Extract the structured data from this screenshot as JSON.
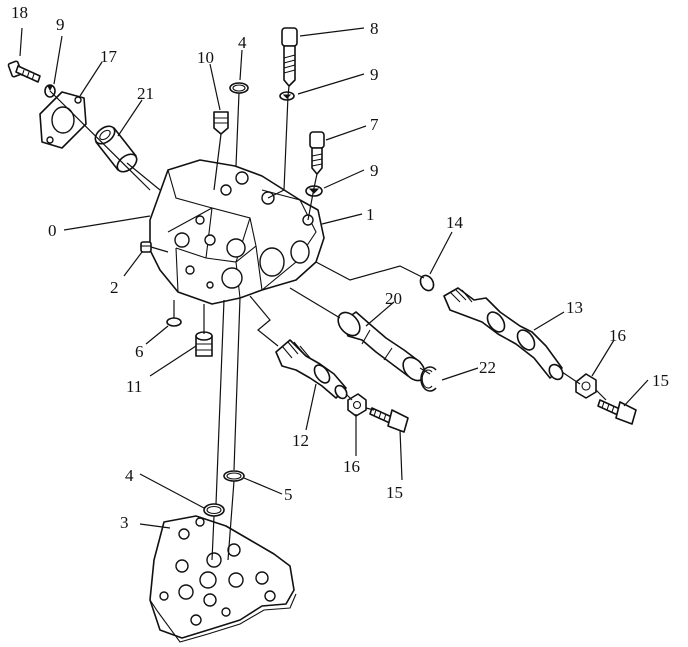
{
  "labels": {
    "l18": "18",
    "l9a": "9",
    "l17": "17",
    "l10": "10",
    "l4a": "4",
    "l8": "8",
    "l9b": "9",
    "l21": "21",
    "l7": "7",
    "l9c": "9",
    "l1": "1",
    "l0": "0",
    "l14": "14",
    "l2": "2",
    "l20": "20",
    "l13": "13",
    "l6": "6",
    "l16a": "16",
    "l15a": "15",
    "l11": "11",
    "l22": "22",
    "l12": "12",
    "l16b": "16",
    "l15b": "15",
    "l4b": "4",
    "l5": "5",
    "l3": "3"
  }
}
